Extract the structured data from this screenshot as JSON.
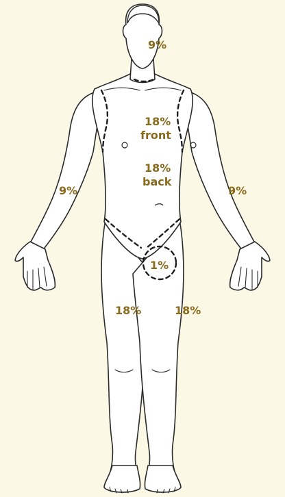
{
  "colors": {
    "background": "#fbf8e6",
    "body_fill": "#ffffff",
    "outline": "#2b2b2b",
    "label": "#8a6a1c"
  },
  "labels": {
    "head": "9%",
    "chest_pct": "18%",
    "chest_word": "front",
    "abdomen_pct": "18%",
    "abdomen_word": "back",
    "right_arm": "9%",
    "left_arm": "9%",
    "genital": "1%",
    "right_leg": "18%",
    "left_leg": "18%"
  }
}
